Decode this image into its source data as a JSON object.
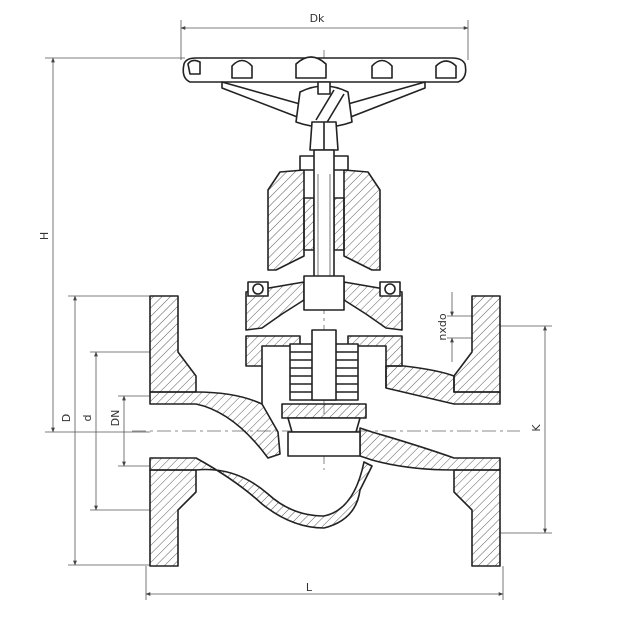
{
  "dimensions": {
    "dk": "Dk",
    "h": "H",
    "d_outer": "D",
    "d_bolt": "d",
    "dn": "DN",
    "nxdo": "nxdo",
    "k": "K",
    "l": "L"
  },
  "colors": {
    "line": "#222222",
    "dimension": "#555555",
    "background": "#ffffff"
  }
}
